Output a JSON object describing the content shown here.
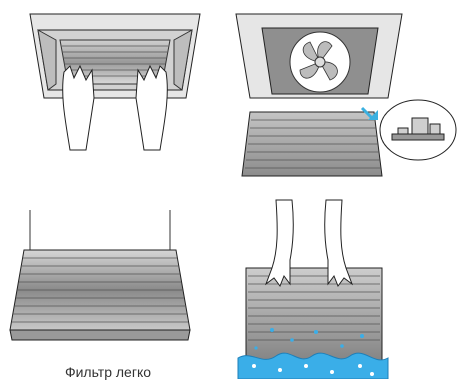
{
  "caption": "Фильтр легко",
  "panels": [
    {
      "name": "hands-opening-grille"
    },
    {
      "name": "grille-removed-fan-exposed"
    },
    {
      "name": "filter-unit"
    },
    {
      "name": "hands-washing-filter"
    }
  ]
}
